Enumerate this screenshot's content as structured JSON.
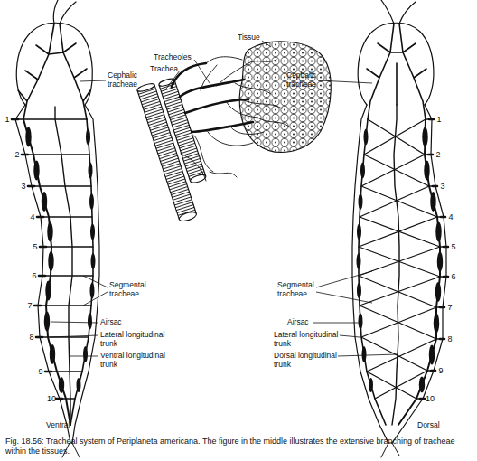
{
  "diagram": {
    "caption": "Fig. 18.56: Tracheal system of Periplaneta americana. The figure in the middle illustrates the extensive branching of tracheae within the tissues.",
    "labels": [
      "Cephalic tracheae",
      "Tracheoles",
      "Trachea",
      "Tissue",
      "Cephalic tracheae",
      "1",
      "2",
      "3",
      "4",
      "5",
      "6",
      "7",
      "8",
      "9",
      "10",
      "Segmental tracheae",
      "Airsac",
      "Lateral longitudinal trunk",
      "Ventral longitudinal trunk",
      "Ventral",
      "1",
      "2",
      "3",
      "4",
      "5",
      "6",
      "7",
      "8",
      "9",
      "10",
      "Segmental tracheae",
      "Airsac",
      "Lateral longitudinal trunk",
      "Dorsal longitudinal trunk",
      "Dorsal"
    ]
  }
}
